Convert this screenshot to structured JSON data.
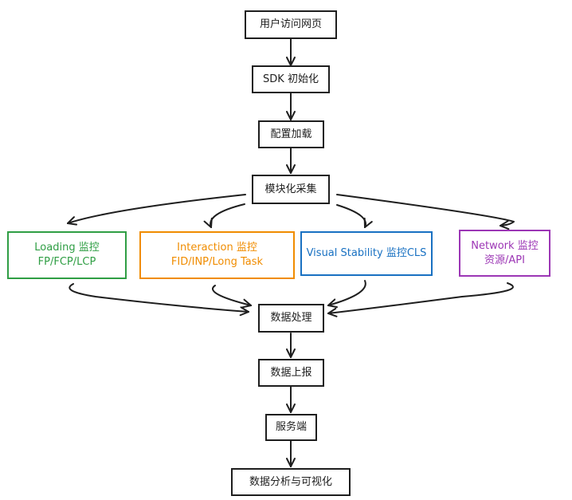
{
  "diagram": {
    "type": "flowchart",
    "nodes": {
      "visit": {
        "label": "用户访问网页"
      },
      "sdk_init": {
        "label": "SDK 初始化"
      },
      "config": {
        "label": "配置加载"
      },
      "collect": {
        "label": "模块化采集"
      },
      "loading": {
        "line1": "Loading 监控",
        "line2": "FP/FCP/LCP",
        "color": "#2f9e44"
      },
      "interaction": {
        "line1": "Interaction 监控",
        "line2": "FID/INP/Long Task",
        "color": "#f08c00"
      },
      "visual": {
        "line1": "Visual Stability 监控CLS",
        "color": "#1971c2"
      },
      "network": {
        "line1": "Network 监控",
        "line2": "资源/API",
        "color": "#9c36b5"
      },
      "process": {
        "label": "数据处理"
      },
      "report": {
        "label": "数据上报"
      },
      "server": {
        "label": "服务端"
      },
      "analysis": {
        "label": "数据分析与可视化"
      }
    },
    "edges": [
      [
        "visit",
        "sdk_init"
      ],
      [
        "sdk_init",
        "config"
      ],
      [
        "config",
        "collect"
      ],
      [
        "collect",
        "loading"
      ],
      [
        "collect",
        "interaction"
      ],
      [
        "collect",
        "visual"
      ],
      [
        "collect",
        "network"
      ],
      [
        "loading",
        "process"
      ],
      [
        "interaction",
        "process"
      ],
      [
        "visual",
        "process"
      ],
      [
        "network",
        "process"
      ],
      [
        "process",
        "report"
      ],
      [
        "report",
        "server"
      ],
      [
        "server",
        "analysis"
      ]
    ]
  }
}
